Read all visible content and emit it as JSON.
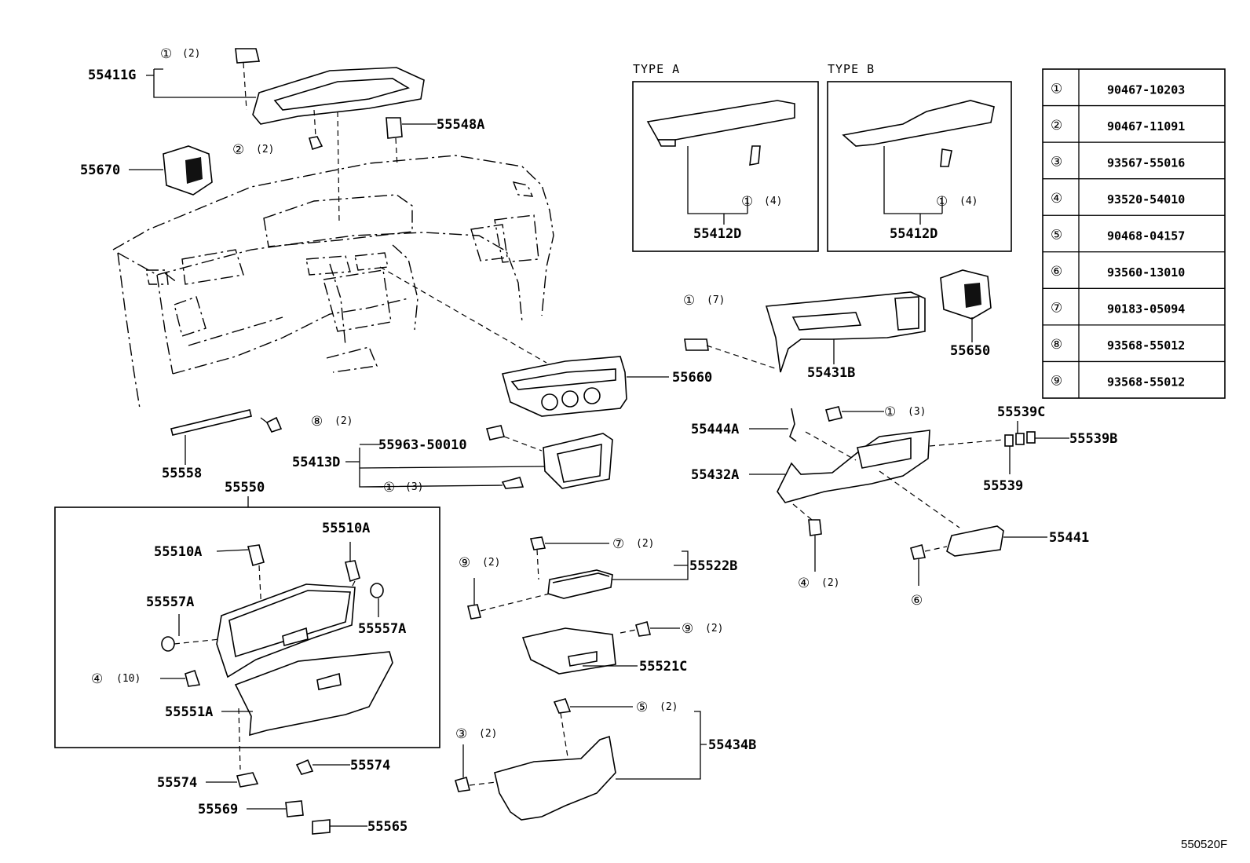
{
  "type_a": {
    "label": "TYPE  A",
    "part": "55412D",
    "ref": "1",
    "qty": "(4)"
  },
  "type_b": {
    "label": "TYPE  B",
    "part": "55412D",
    "ref": "1",
    "qty": "(4)"
  },
  "fastener_table": [
    {
      "ref": "1",
      "part_no": "90467-10203"
    },
    {
      "ref": "2",
      "part_no": "90467-11091"
    },
    {
      "ref": "3",
      "part_no": "93567-55016"
    },
    {
      "ref": "4",
      "part_no": "93520-54010"
    },
    {
      "ref": "5",
      "part_no": "90468-04157"
    },
    {
      "ref": "6",
      "part_no": "93560-13010"
    },
    {
      "ref": "7",
      "part_no": "90183-05094"
    },
    {
      "ref": "8",
      "part_no": "93568-55012"
    },
    {
      "ref": "9",
      "part_no": "93568-55012"
    }
  ],
  "parts": {
    "p55411G": "55411G",
    "p55548A": "55548A",
    "p55670": "55670",
    "p55660": "55660",
    "p55431B": "55431B",
    "p55650": "55650",
    "p55444A": "55444A",
    "p55432A": "55432A",
    "p55539C": "55539C",
    "p55539B": "55539B",
    "p55539": "55539",
    "p55441": "55441",
    "p55558": "55558",
    "p55963": "55963-50010",
    "p55413D": "55413D",
    "p55550": "55550",
    "p55510A_1": "55510A",
    "p55510A_2": "55510A",
    "p55557A_1": "55557A",
    "p55557A_2": "55557A",
    "p55551A": "55551A",
    "p55574_1": "55574",
    "p55574_2": "55574",
    "p55569": "55569",
    "p55565": "55565",
    "p55522B": "55522B",
    "p55521C": "55521C",
    "p55434B": "55434B"
  },
  "callouts": {
    "c1a": {
      "ref": "1",
      "qty": "(2)"
    },
    "c2": {
      "ref": "2",
      "qty": "(2)"
    },
    "c8": {
      "ref": "8",
      "qty": "(2)"
    },
    "c1b": {
      "ref": "1",
      "qty": "(3)"
    },
    "c1c": {
      "ref": "1",
      "qty": "(7)"
    },
    "c1d": {
      "ref": "1",
      "qty": "(3)"
    },
    "c4a": {
      "ref": "4",
      "qty": "(2)"
    },
    "c6": {
      "ref": "6"
    },
    "c9a": {
      "ref": "9",
      "qty": "(2)"
    },
    "c7": {
      "ref": "7",
      "qty": "(2)"
    },
    "c9b": {
      "ref": "9",
      "qty": "(2)"
    },
    "c4b": {
      "ref": "4",
      "qty": "(10)"
    },
    "c3": {
      "ref": "3",
      "qty": "(2)"
    },
    "c5": {
      "ref": "5",
      "qty": "(2)"
    }
  },
  "drawing_number": "550520F"
}
